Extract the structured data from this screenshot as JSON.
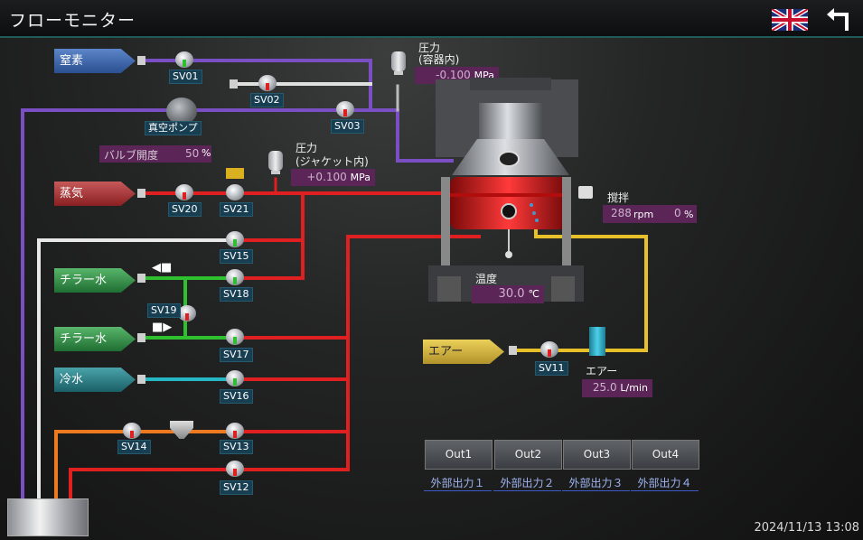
{
  "header": {
    "title": "フローモニター",
    "flag_icon": "uk-flag-icon",
    "back_icon": "return-arrow-icon"
  },
  "sources": {
    "nitrogen": "窒素",
    "steam": "蒸気",
    "chiller_1": "チラー水",
    "chiller_2": "チラー水",
    "cold_water": "冷水",
    "air": "エアー"
  },
  "valves": {
    "sv01": "SV01",
    "sv02": "SV02",
    "sv03": "SV03",
    "sv20": "SV20",
    "sv21": "SV21",
    "sv15": "SV15",
    "sv18": "SV18",
    "sv19": "SV19",
    "sv17": "SV17",
    "sv16": "SV16",
    "sv14": "SV14",
    "sv13": "SV13",
    "sv12": "SV12",
    "sv11": "SV11"
  },
  "vacuum_pump": {
    "label": "真空ポンプ"
  },
  "valve_opening": {
    "label": "バルブ開度",
    "value": "50",
    "unit": "%"
  },
  "pressure_vessel": {
    "label": "圧力",
    "sub": "(容器内)",
    "value": "-0.100",
    "unit": "MPa"
  },
  "pressure_jacket": {
    "label": "圧力",
    "sub": "(ジャケット内)",
    "value": "+0.100",
    "unit": "MPa"
  },
  "stirring": {
    "label": "撹拌",
    "rpm": "288",
    "rpm_unit": "rpm",
    "pct": "0",
    "pct_unit": "%"
  },
  "temperature": {
    "label": "温度",
    "value": "30.0",
    "unit": "℃"
  },
  "air_flow": {
    "label": "エアー",
    "value": "25.0",
    "unit": "L/min"
  },
  "outputs": [
    {
      "button": "Out1",
      "label": "外部出力１"
    },
    {
      "button": "Out2",
      "label": "外部出力２"
    },
    {
      "button": "Out3",
      "label": "外部出力３"
    },
    {
      "button": "Out4",
      "label": "外部出力４"
    }
  ],
  "datetime": "2024/11/13  13:08",
  "colors": {
    "nitrogen_pipe": "#7a4fc4",
    "steam_pipe": "#e02020",
    "chiller_pipe": "#2ec02e",
    "cold_pipe": "#26b7c4",
    "air_pipe": "#e8c02a",
    "white_pipe": "#e8e8e8",
    "orange_pipe": "#ee7a20"
  }
}
